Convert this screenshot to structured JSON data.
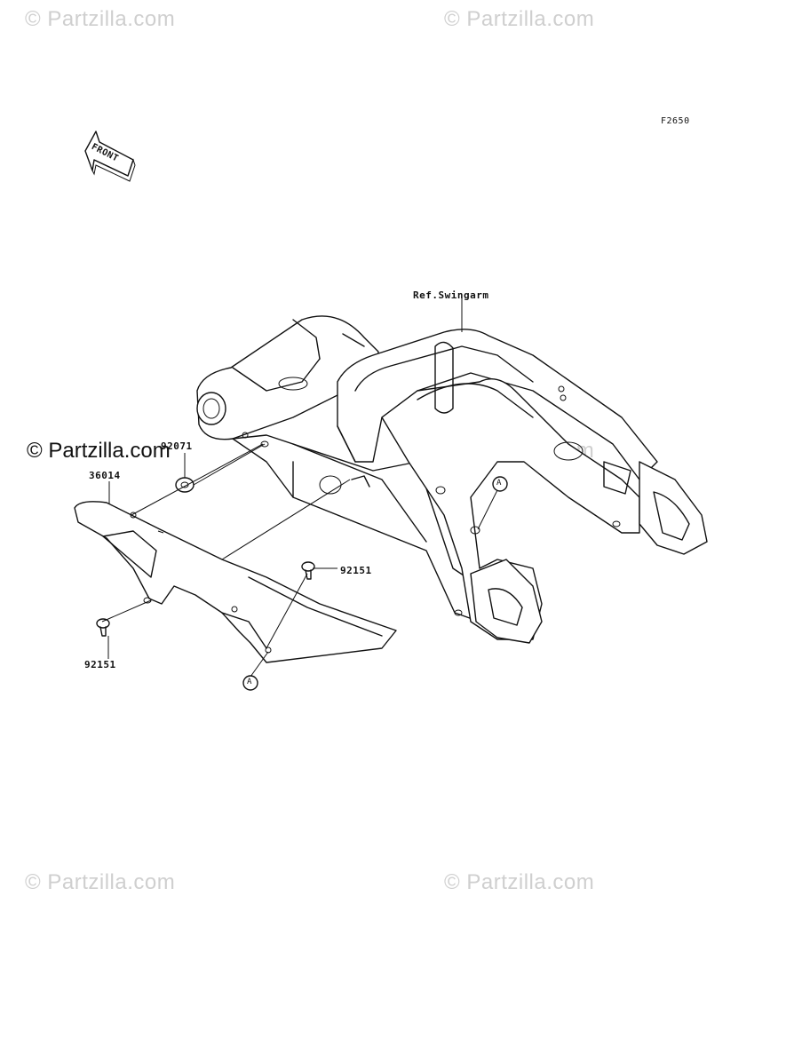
{
  "watermarks": {
    "top_left": "© Partzilla.com",
    "top_right": "© Partzilla.com",
    "center": "© Partzilla.com",
    "bottom_left": "© Partzilla.com",
    "bottom_right": "© Partzilla.com",
    "overlay": "© Partzilla.com"
  },
  "figure_code": "F2650",
  "front_label": "FRONT",
  "callouts": {
    "ref_swingarm": "Ref.Swingarm",
    "part_92071": "92071",
    "part_36014": "36014",
    "part_92151_right": "92151",
    "part_92151_left": "92151",
    "ref_a_right": "A",
    "ref_a_bottom": "A"
  }
}
